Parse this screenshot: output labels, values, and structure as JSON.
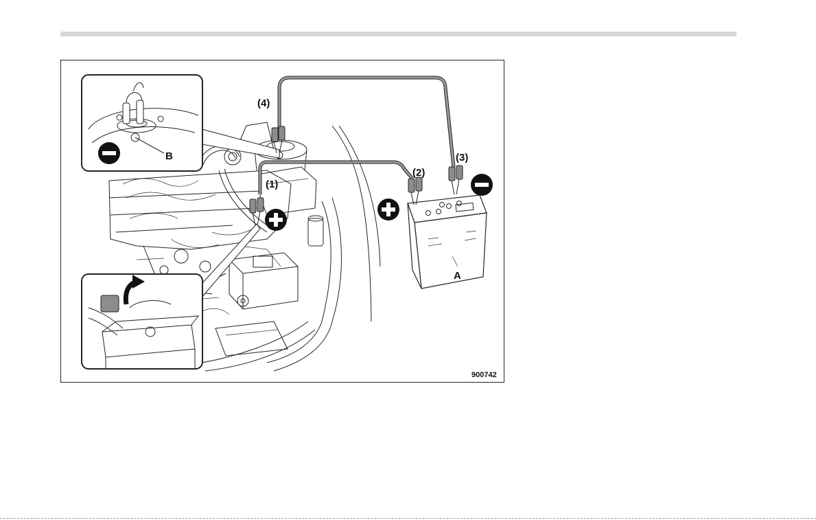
{
  "figure": {
    "callouts": {
      "c1": "(1)",
      "c2": "(2)",
      "c3": "(3)",
      "c4": "(4)",
      "label_a": "A",
      "label_b": "B"
    },
    "figure_number": "900742",
    "colors": {
      "cable": "#9a9a9a",
      "clamp": "#8c8c8c",
      "terminal_symbol": "#111111",
      "header_rule": "#d6d6d6"
    },
    "icons": {
      "positive": "plus-circle-icon",
      "negative": "minus-circle-icon",
      "arrow": "curved-arrow-icon"
    }
  }
}
